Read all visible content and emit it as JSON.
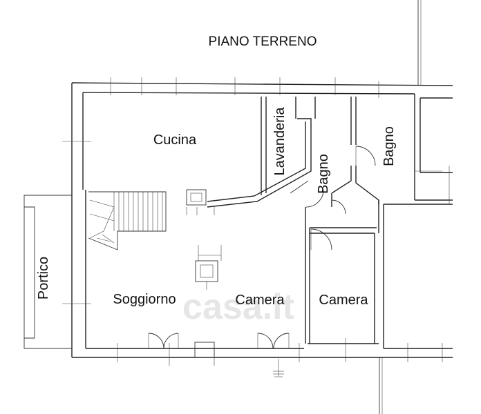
{
  "plan": {
    "title": "PIANO TERRENO",
    "rooms": {
      "cucina": "Cucina",
      "lavanderia": "Lavanderia",
      "bagno_1": "Bagno",
      "bagno_2": "Bagno",
      "soggiorno": "Soggiorno",
      "camera_1": "Camera",
      "camera_2": "Camera",
      "portico": "Portico"
    },
    "watermark": "casa.it"
  }
}
